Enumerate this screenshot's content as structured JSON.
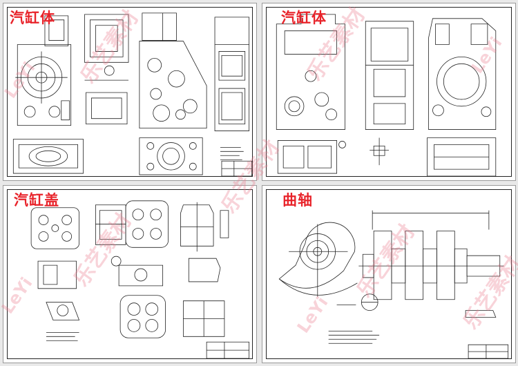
{
  "panels": [
    {
      "id": "top-left",
      "title": "汽缸体"
    },
    {
      "id": "top-right",
      "title": "汽缸体"
    },
    {
      "id": "bottom-left",
      "title": "汽缸盖"
    },
    {
      "id": "bottom-right",
      "title": "曲轴"
    }
  ],
  "watermark": {
    "latin": "LeYi",
    "chinese": "乐艺素材"
  },
  "colors": {
    "title": "#e8232a",
    "line": "#222222",
    "watermark": "#eb788c"
  }
}
